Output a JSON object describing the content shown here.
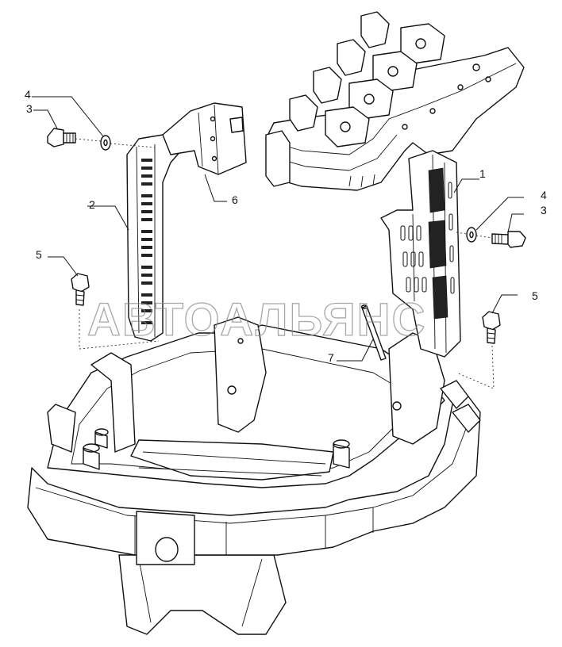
{
  "callouts": [
    {
      "id": "c1",
      "label": "1"
    },
    {
      "id": "c2",
      "label": "2"
    },
    {
      "id": "c3a",
      "label": "3"
    },
    {
      "id": "c3b",
      "label": "3"
    },
    {
      "id": "c4a",
      "label": "4"
    },
    {
      "id": "c4b",
      "label": "4"
    },
    {
      "id": "c5a",
      "label": "5"
    },
    {
      "id": "c5b",
      "label": "5"
    },
    {
      "id": "c6",
      "label": "6"
    },
    {
      "id": "c7",
      "label": "7"
    }
  ],
  "watermark": "АВТОАЛЬЯНС"
}
